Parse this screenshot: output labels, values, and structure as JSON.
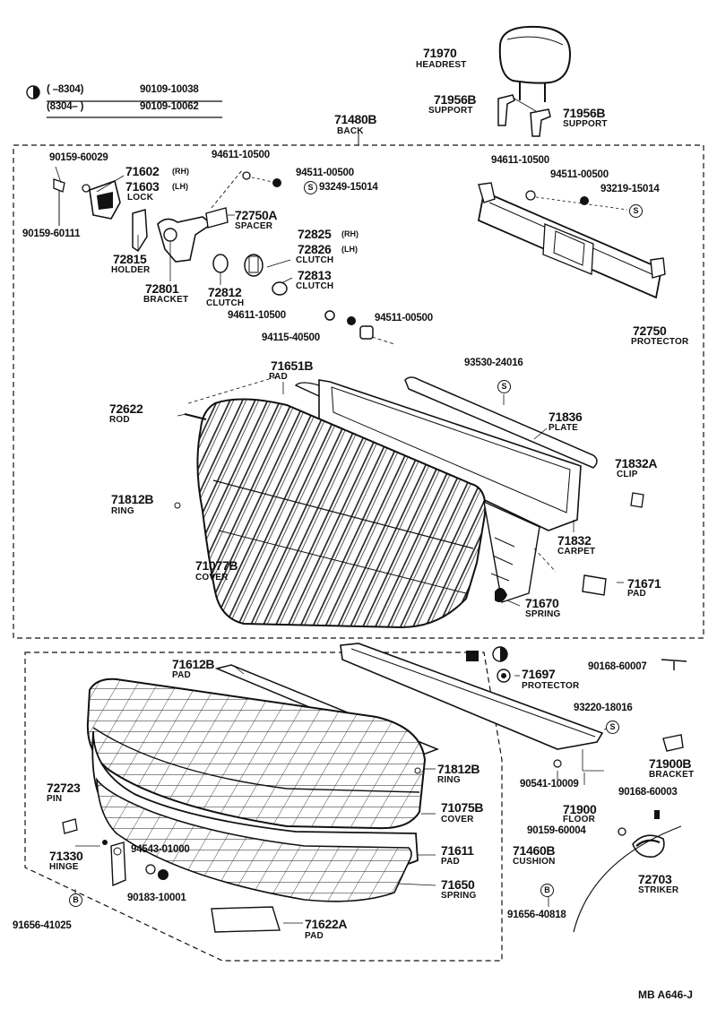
{
  "legend": {
    "row1_range": "(      –8304)",
    "row1_part": "90109-10038",
    "row2_range": "(8304–        )",
    "row2_part": "90109-10062"
  },
  "parts": {
    "p71970": "71970",
    "n71970": "HEADREST",
    "p71956b_l": "71956B",
    "n71956b_l": "SUPPORT",
    "p71956b_r": "71956B",
    "n71956b_r": "SUPPORT",
    "p71480b": "71480B",
    "n71480b": "BACK",
    "p90159_60029": "90159-60029",
    "p71602": "71602",
    "t71602": "(RH)",
    "p71603": "71603",
    "t71603": "(LH)",
    "n71603": "LOCK",
    "p90159_60111": "90159-60111",
    "p94611_10500_a": "94611-10500",
    "p94511_00500_a": "94511-00500",
    "p93249_15014": "93249-15014",
    "p72750a": "72750A",
    "n72750a": "SPACER",
    "p72815": "72815",
    "n72815": "HOLDER",
    "p72801": "72801",
    "n72801": "BRACKET",
    "p72812": "72812",
    "n72812": "CLUTCH",
    "p72825": "72825",
    "t72825": "(RH)",
    "p72826": "72826",
    "t72826": "(LH)",
    "n72826": "CLUTCH",
    "p72813": "72813",
    "n72813": "CLUTCH",
    "p94611_10500_b": "94611-10500",
    "p94511_00500_b": "94511-00500",
    "p93219_15014": "93219-15014",
    "p72750": "72750",
    "n72750": "PROTECTOR",
    "p94611_10500_c": "94611-10500",
    "p94511_00500_c": "94511-00500",
    "p94115_40500": "94115-40500",
    "p71651b": "71651B",
    "n71651b": "PAD",
    "p93530_24016": "93530-24016",
    "p72622": "72622",
    "n72622": "ROD",
    "p71836": "71836",
    "n71836": "PLATE",
    "p71832a": "71832A",
    "n71832a": "CLIP",
    "p71812b_a": "71812B",
    "n71812b_a": "RING",
    "p71832": "71832",
    "n71832": "CARPET",
    "p71077b": "71077B",
    "n71077b": "COVER",
    "p71671": "71671",
    "n71671": "PAD",
    "p71670": "71670",
    "n71670": "SPRING",
    "p71612b": "71612B",
    "n71612b": "PAD",
    "p71697": "71697",
    "n71697": "PROTECTOR",
    "p90168_60007": "90168-60007",
    "p93220_18016": "93220-18016",
    "p71812b_b": "71812B",
    "n71812b_b": "RING",
    "p71900b": "71900B",
    "n71900b": "BRACKET",
    "p90541_10009": "90541-10009",
    "p72723": "72723",
    "n72723": "PIN",
    "p71075b": "71075B",
    "n71075b": "COVER",
    "p71900": "71900",
    "n71900": "FLOOR",
    "p90168_60003": "90168-60003",
    "p90159_60004": "90159-60004",
    "p71330": "71330",
    "n71330": "HINGE",
    "p94543_01000": "94543-01000",
    "p71611": "71611",
    "n71611": "PAD",
    "p71460b": "71460B",
    "n71460b": "CUSHION",
    "p90183_10001": "90183-10001",
    "p71650": "71650",
    "n71650": "SPRING",
    "p72703": "72703",
    "n72703": "STRIKER",
    "p91656_41025": "91656-41025",
    "p91656_40818": "91656-40818",
    "p71622a": "71622A",
    "n71622a": "PAD"
  },
  "markers": {
    "s": "S",
    "b": "B"
  },
  "ref_code": "MB  A646-J"
}
